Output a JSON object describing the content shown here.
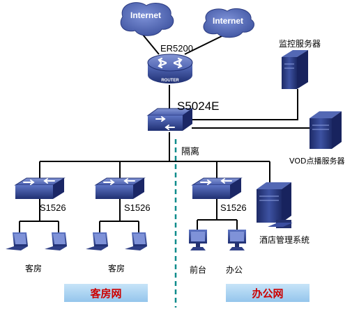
{
  "internet_left": "Internet",
  "internet_right": "Internet",
  "router_name": "ER5200",
  "router_badge": "ROUTER",
  "core_switch": "S5024E",
  "monitor_server": "监控服务器",
  "vod_server": "VOD点播服务器",
  "isolation": "隔离",
  "switch_a": "S1526",
  "switch_b": "S1526",
  "switch_c": "S1526",
  "hotel_system": "酒店管理系统",
  "guest_room_a": "客房",
  "guest_room_b": "客房",
  "front_desk": "前台",
  "office": "办公",
  "guest_network": "客房网",
  "office_network": "办公网",
  "colors": {
    "device_blue": "#2c3f86",
    "band_blue": "#a8d2f2",
    "band_text": "#cc0000",
    "divider": "#0e8b8b"
  }
}
